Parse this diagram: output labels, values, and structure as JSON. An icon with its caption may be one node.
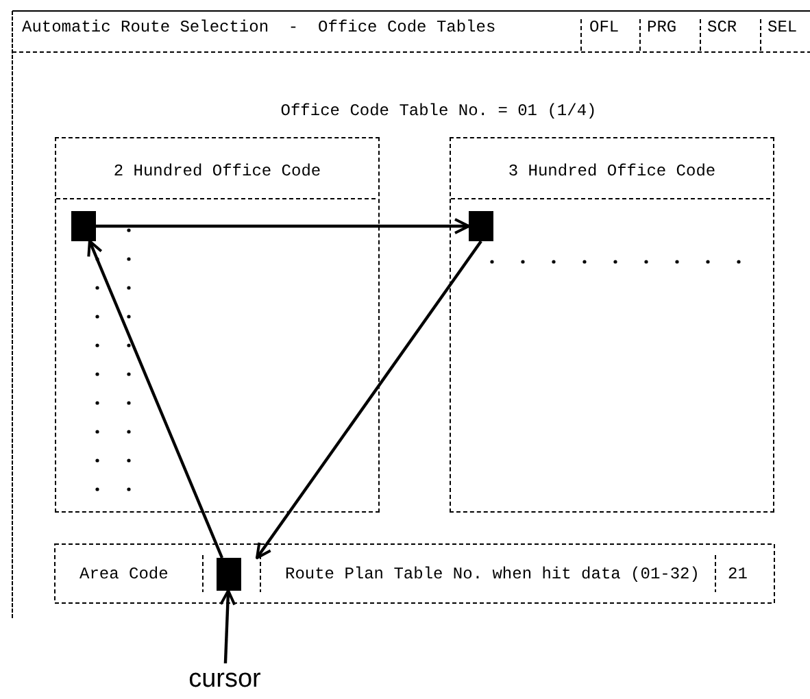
{
  "diagram": {
    "title": "Automatic Route Selection  -  Office Code Tables",
    "nodes": [
      {
        "text": [
          "2 Hundred Office Code"
        ]
      },
      {
        "text": [
          "3 Hundred Office Code"
        ]
      },
      {
        "text": [],
        "shape": "box",
        "in": 0
      },
      {
        "text": [],
        "shape": "box",
        "in": 1
      },
      {
        "text": [],
        "shape": "box"
      },
      {
        "text": [
          "cursor"
        ]
      }
    ],
    "edges": [
      {
        "from": 2,
        "to": 3,
        "arrow": "to"
      },
      {
        "from": 3,
        "to": 4,
        "arrow": "to"
      },
      {
        "from": 4,
        "to": 2,
        "arrow": "to"
      },
      {
        "from": 5,
        "to": 4,
        "arrow": "to"
      }
    ],
    "labels": [
      "OFL",
      "PRG",
      "SCR",
      "SEL",
      "Office Code Table No. = 01 (1/4)",
      "Area Code",
      "Route Plan Table No. when hit data (01-32)",
      "21"
    ]
  }
}
